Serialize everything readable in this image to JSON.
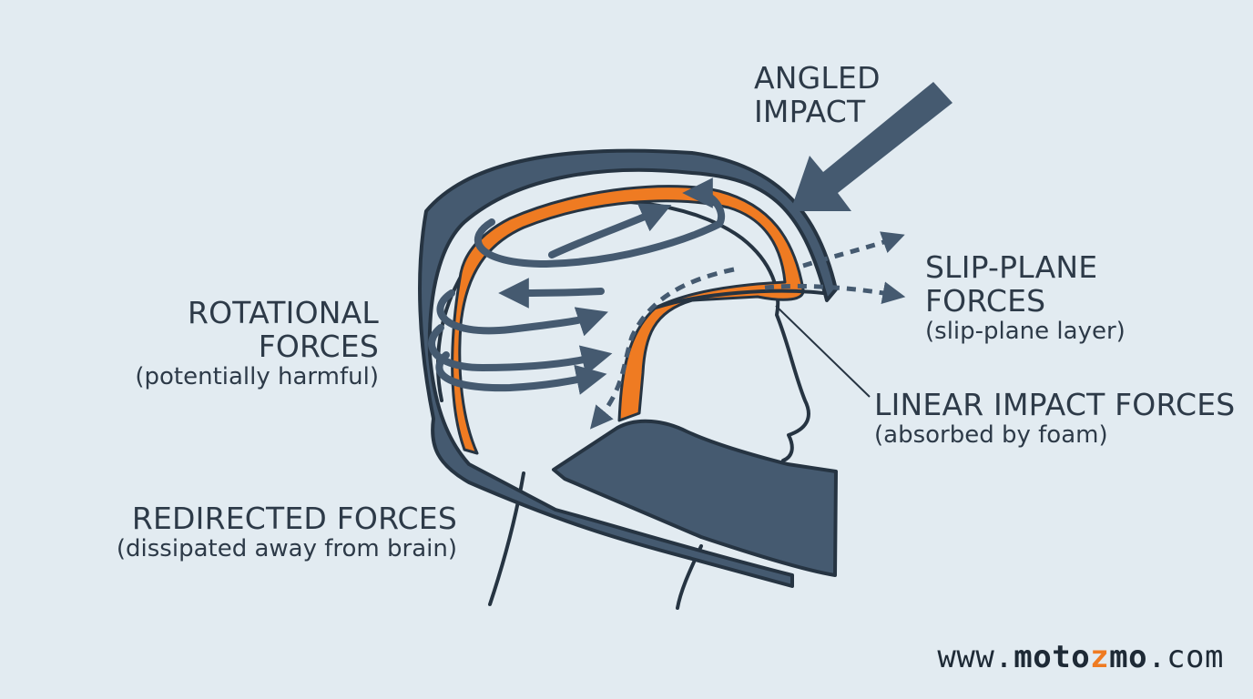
{
  "labels": {
    "angled_impact": [
      "ANGLED",
      "IMPACT"
    ],
    "rotational": {
      "title": [
        "ROTATIONAL",
        "FORCES"
      ],
      "note": "(potentially harmful)"
    },
    "slip_plane": {
      "title": [
        "SLIP-PLANE",
        "FORCES"
      ],
      "note": "(slip-plane layer)"
    },
    "linear": {
      "title": "LINEAR IMPACT FORCES",
      "note": "(absorbed by foam)"
    },
    "redirected": {
      "title": "REDIRECTED FORCES",
      "note": "(dissipated away from brain)"
    }
  },
  "watermark": {
    "prefix": "www.",
    "brand_a": "moto",
    "brand_b": "z",
    "brand_c": "mo",
    "suffix": ".com"
  },
  "colors": {
    "background": "#e2ebf1",
    "shell": "#455a70",
    "outline": "#263442",
    "liner": "#ef7b22",
    "arrow": "#455a70",
    "text": "#2d3a48"
  },
  "icons": {
    "impact_arrow": "arrow-down-left",
    "force_arrows": "curved-arrow"
  }
}
